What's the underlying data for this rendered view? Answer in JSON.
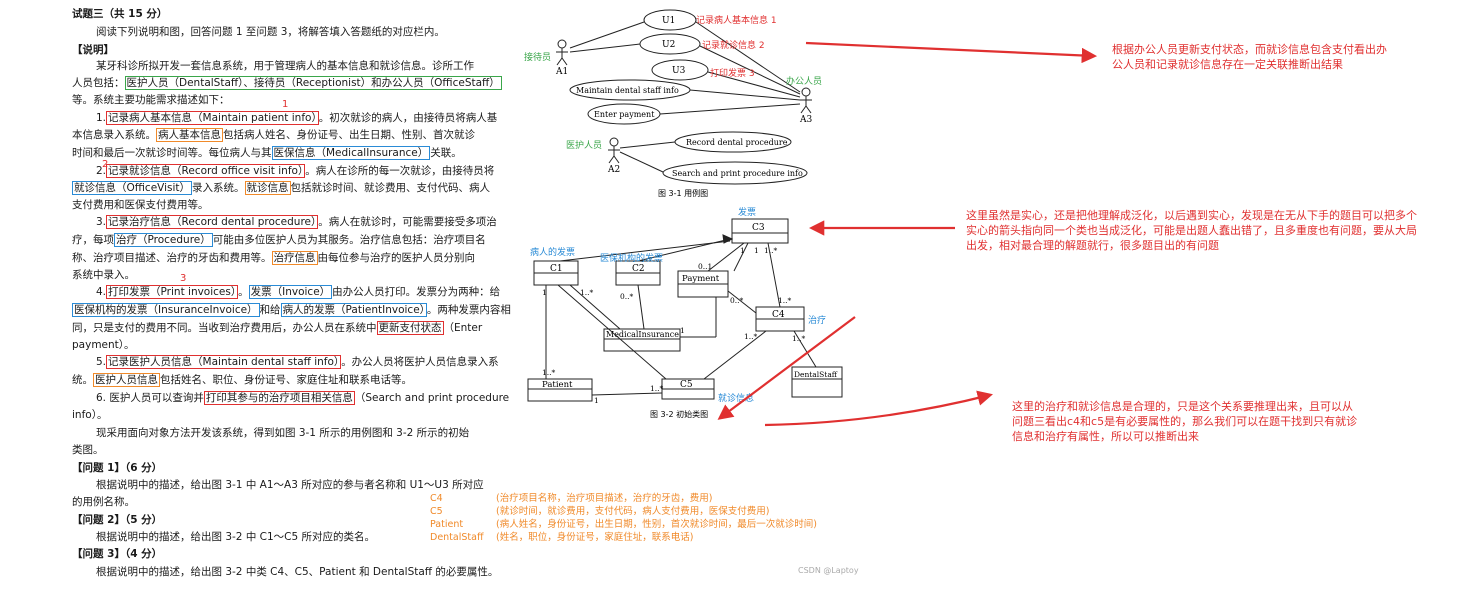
{
  "doc": {
    "title": "试题三（共 15 分）",
    "intro": "阅读下列说明和图，回答问题 1 至问题 3，将解答填入答题纸的对应栏内。",
    "section_label": "【说明】",
    "p1_a": "某牙科诊所拟开发一套信息系统，用于管理病人的基本信息和就诊信息。诊所工作",
    "p1_b_pre": "人员包括：",
    "p1_b_box": "医护人员（DentalStaff）、接待员（Receptionist）和办公人员（OfficeStaff）",
    "p1_c": "等。系统主要功能需求描述如下：",
    "item1_pre": "1.",
    "item1_box": "记录病人基本信息（Maintain patient info）",
    "item1_post": "。初次就诊的病人，由接待员将病人基",
    "item1_l2_pre": "本信息录入系统。",
    "item1_l2_box": "病人基本信息",
    "item1_l2_post": "包括病人姓名、身份证号、出生日期、性别、首次就诊",
    "item1_l3_pre": "时间和最后一次就诊时间等。每位病人与其",
    "item1_l3_box": "医保信息（MedicalInsurance）",
    "item1_l3_post": "关联。",
    "item2_pre": "2.",
    "item2_box": "记录就诊信息（Record office visit info）",
    "item2_post": "。病人在诊所的每一次就诊，由接待员将",
    "item2_l2_box": "就诊信息（OfficeVisit）",
    "item2_l2_mid": "录入系统。",
    "item2_l2_box2": "就诊信息",
    "item2_l2_post": "包括就诊时间、就诊费用、支付代码、病人",
    "item2_l3": "支付费用和医保支付费用等。",
    "item3_pre": "3.",
    "item3_box": "记录治疗信息（Record dental procedure）",
    "item3_post": "。病人在就诊时，可能需要接受多项治",
    "item3_l2_pre": "疗，每项",
    "item3_l2_box": "治疗（Procedure）",
    "item3_l2_post": "可能由多位医护人员为其服务。治疗信息包括：治疗项目名",
    "item3_l3_pre": "称、治疗项目描述、治疗的牙齿和费用等。",
    "item3_l3_box": "治疗信息",
    "item3_l3_post": "由每位参与治疗的医护人员分别向",
    "item3_l4": "系统中录入。",
    "item4_pre": "4.",
    "item4_box": "打印发票（Print invoices）",
    "item4_mid": "。",
    "item4_box2": "发票（Invoice）",
    "item4_post": "由办公人员打印。发票分为两种：给",
    "item4_l2_box": "医保机构的发票（InsuranceInvoice）",
    "item4_l2_mid": "和给",
    "item4_l2_box2": "病人的发票（PatientInvoice）",
    "item4_l2_post": "。两种发票内容相",
    "item4_l3_pre": "同，只是支付的费用不同。当收到治疗费用后，办公人员在系统中",
    "item4_l3_box": "更新支付状态",
    "item4_l3_post": "（Enter",
    "item4_l4": "payment）。",
    "item5_pre": "5.",
    "item5_box": "记录医护人员信息（Maintain dental staff info）",
    "item5_post": "。办公人员将医护人员信息录入系",
    "item5_l2_pre": "统。",
    "item5_l2_box": "医护人员信息",
    "item5_l2_post": "包括姓名、职位、身份证号、家庭住址和联系电话等。",
    "item6_pre": "6. 医护人员可以查询并",
    "item6_box": "打印其参与的治疗项目相关信息",
    "item6_post": "（Search and print procedure",
    "item6_l2": "info）。",
    "p_final_a": "现采用面向对象方法开发该系统，得到如图 3-1 所示的用例图和 3-2 所示的初始",
    "p_final_b": "类图。",
    "q1_label": "【问题 1】（6 分）",
    "q1_a": "根据说明中的描述，给出图 3-1 中 A1～A3 所对应的参与者名称和 U1～U3 所对应",
    "q1_b": "的用例名称。",
    "q2_label": "【问题 2】（5 分）",
    "q2_a": "根据说明中的描述，给出图 3-2 中 C1～C5 所对应的类名。",
    "q3_label": "【问题 3】（4 分）",
    "q3_a": "根据说明中的描述，给出图 3-2 中类 C4、C5、Patient 和 DentalStaff 的必要属性。",
    "num1": "1",
    "num2": "2",
    "num3": "3"
  },
  "usecase": {
    "u1": "U1",
    "u2": "U2",
    "u3": "U3",
    "u1_note": "记录病人基本信息  1",
    "u2_note": "记录就诊信息  2",
    "u3_note": "打印发票  3",
    "uc4": "Maintain dental staff info",
    "uc5": "Enter payment",
    "uc6": "Record dental procedure",
    "uc7": "Search and print procedure info",
    "a1": "A1",
    "a2": "A2",
    "a3": "A3",
    "a1_note": "接待员",
    "a2_note": "医护人员",
    "a3_note": "办公人员",
    "caption": "图 3-1   用例图"
  },
  "classdiag": {
    "c1": "C1",
    "c2": "C2",
    "c3": "C3",
    "c4": "C4",
    "c5": "C5",
    "payment": "Payment",
    "medical": "MedicalInsurance",
    "patient": "Patient",
    "dentalstaff": "DentalStaff",
    "c3_note": "发票",
    "c1_note": "病人的发票",
    "c2_note": "医保机构的发票",
    "c4_note": "治疗",
    "c5_note": "就诊信息",
    "caption": "图 3-2   初始类图",
    "m_one": "1",
    "m_many": "1..*",
    "m_zero_one": "0..1",
    "m_zero_many": "0..*"
  },
  "notes": {
    "n1": "根据办公人员更新支付状态，而就诊信息包含支付看出办公人员和记录就诊信息存在一定关联推断出结果",
    "n2": "这里虽然是实心，还是把他理解成泛化，以后遇到实心，发现是在无从下手的题目可以把多个实心的箭头指向同一个类也当成泛化，可能是出题人蠢出错了，且多重度也有问题，要从大局出发，相对最合理的解题就行，很多题目出的有问题",
    "n3": "这里的治疗和就诊信息是合理的，只是这个关系要推理出来，且可以从问题三看出c4和c5是有必要属性的，那么我们可以在题干找到只有就诊信息和治疗有属性，所以可以推断出来"
  },
  "answers": {
    "rows": [
      {
        "k": "C4",
        "v": "(治疗项目名称，治疗项目描述，治疗的牙齿，费用)"
      },
      {
        "k": "C5",
        "v": "(就诊时间，就诊费用，支付代码，病人支付费用，医保支付费用)"
      },
      {
        "k": "Patient",
        "v": "(病人姓名，身份证号，出生日期，性别，首次就诊时间，最后一次就诊时间)"
      },
      {
        "k": "DentalStaff",
        "v": "(姓名，职位，身份证号，家庭住址，联系电话)"
      }
    ]
  },
  "watermark": "CSDN @Laptoy",
  "colors": {
    "red": "#e03030",
    "blue": "#2a8bd6",
    "orange": "#f08a2a",
    "green": "#3aa64a"
  }
}
